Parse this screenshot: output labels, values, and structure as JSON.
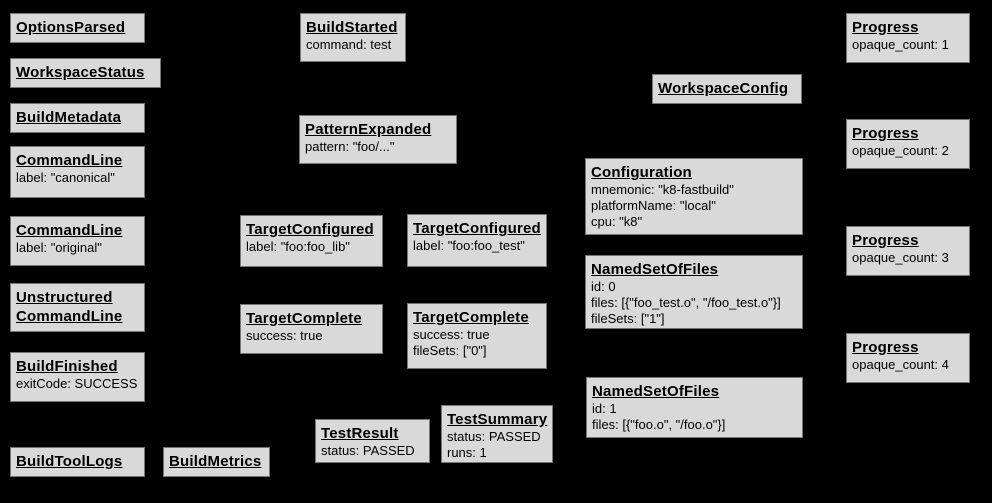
{
  "diagram": {
    "description": "Build event protocol event graph",
    "background_color": "#000000",
    "box_fill_color": "#d9d9d9",
    "box_border_color": "#757575",
    "text_color": "#000000"
  },
  "boxes": [
    {
      "key": "options-parsed",
      "title": "OptionsParsed",
      "lines": []
    },
    {
      "key": "workspace-status",
      "title": "WorkspaceStatus",
      "lines": []
    },
    {
      "key": "build-metadata",
      "title": "BuildMetadata",
      "lines": []
    },
    {
      "key": "command-line-canonical",
      "title": "CommandLine",
      "lines": [
        "label: \"canonical\""
      ]
    },
    {
      "key": "command-line-original",
      "title": "CommandLine",
      "lines": [
        "label: \"original\""
      ]
    },
    {
      "key": "unstructured-command-line",
      "title": "Unstructured\nCommandLine",
      "lines": []
    },
    {
      "key": "build-finished",
      "title": "BuildFinished",
      "lines": [
        "exitCode: SUCCESS"
      ]
    },
    {
      "key": "build-tool-logs",
      "title": "BuildToolLogs",
      "lines": []
    },
    {
      "key": "build-started",
      "title": "BuildStarted",
      "lines": [
        "command: test"
      ]
    },
    {
      "key": "pattern-expanded",
      "title": "PatternExpanded",
      "lines": [
        "pattern: \"foo/...\""
      ]
    },
    {
      "key": "target-configured-foo-lib",
      "title": "TargetConfigured",
      "lines": [
        "label: \"foo:foo_lib\""
      ]
    },
    {
      "key": "target-configured-foo-test",
      "title": "TargetConfigured",
      "lines": [
        "label: \"foo:foo_test\""
      ]
    },
    {
      "key": "target-complete-foo-lib",
      "title": "TargetComplete",
      "lines": [
        "success: true"
      ]
    },
    {
      "key": "target-complete-foo-test",
      "title": "TargetComplete",
      "lines": [
        "success: true",
        "fileSets: [\"0\"]"
      ]
    },
    {
      "key": "test-result",
      "title": "TestResult",
      "lines": [
        "status: PASSED"
      ]
    },
    {
      "key": "test-summary",
      "title": "TestSummary",
      "lines": [
        "status: PASSED",
        "runs: 1"
      ]
    },
    {
      "key": "build-metrics",
      "title": "BuildMetrics",
      "lines": []
    },
    {
      "key": "workspace-config",
      "title": "WorkspaceConfig",
      "lines": []
    },
    {
      "key": "configuration",
      "title": "Configuration",
      "lines": [
        "mnemonic: \"k8-fastbuild\"",
        "platformName: \"local\"",
        "cpu: \"k8\""
      ]
    },
    {
      "key": "named-set-of-files-0",
      "title": "NamedSetOfFiles",
      "lines": [
        "id: 0",
        "files: [{\"foo_test.o\", \"/foo_test.o\"}]",
        "fileSets: [\"1\"]"
      ]
    },
    {
      "key": "named-set-of-files-1",
      "title": "NamedSetOfFiles",
      "lines": [
        "id: 1",
        "files: [{\"foo.o\", \"/foo.o\"}]"
      ]
    },
    {
      "key": "progress-1",
      "title": "Progress",
      "lines": [
        "opaque_count: 1"
      ]
    },
    {
      "key": "progress-2",
      "title": "Progress",
      "lines": [
        "opaque_count: 2"
      ]
    },
    {
      "key": "progress-3",
      "title": "Progress",
      "lines": [
        "opaque_count: 3"
      ]
    },
    {
      "key": "progress-4",
      "title": "Progress",
      "lines": [
        "opaque_count: 4"
      ]
    }
  ]
}
